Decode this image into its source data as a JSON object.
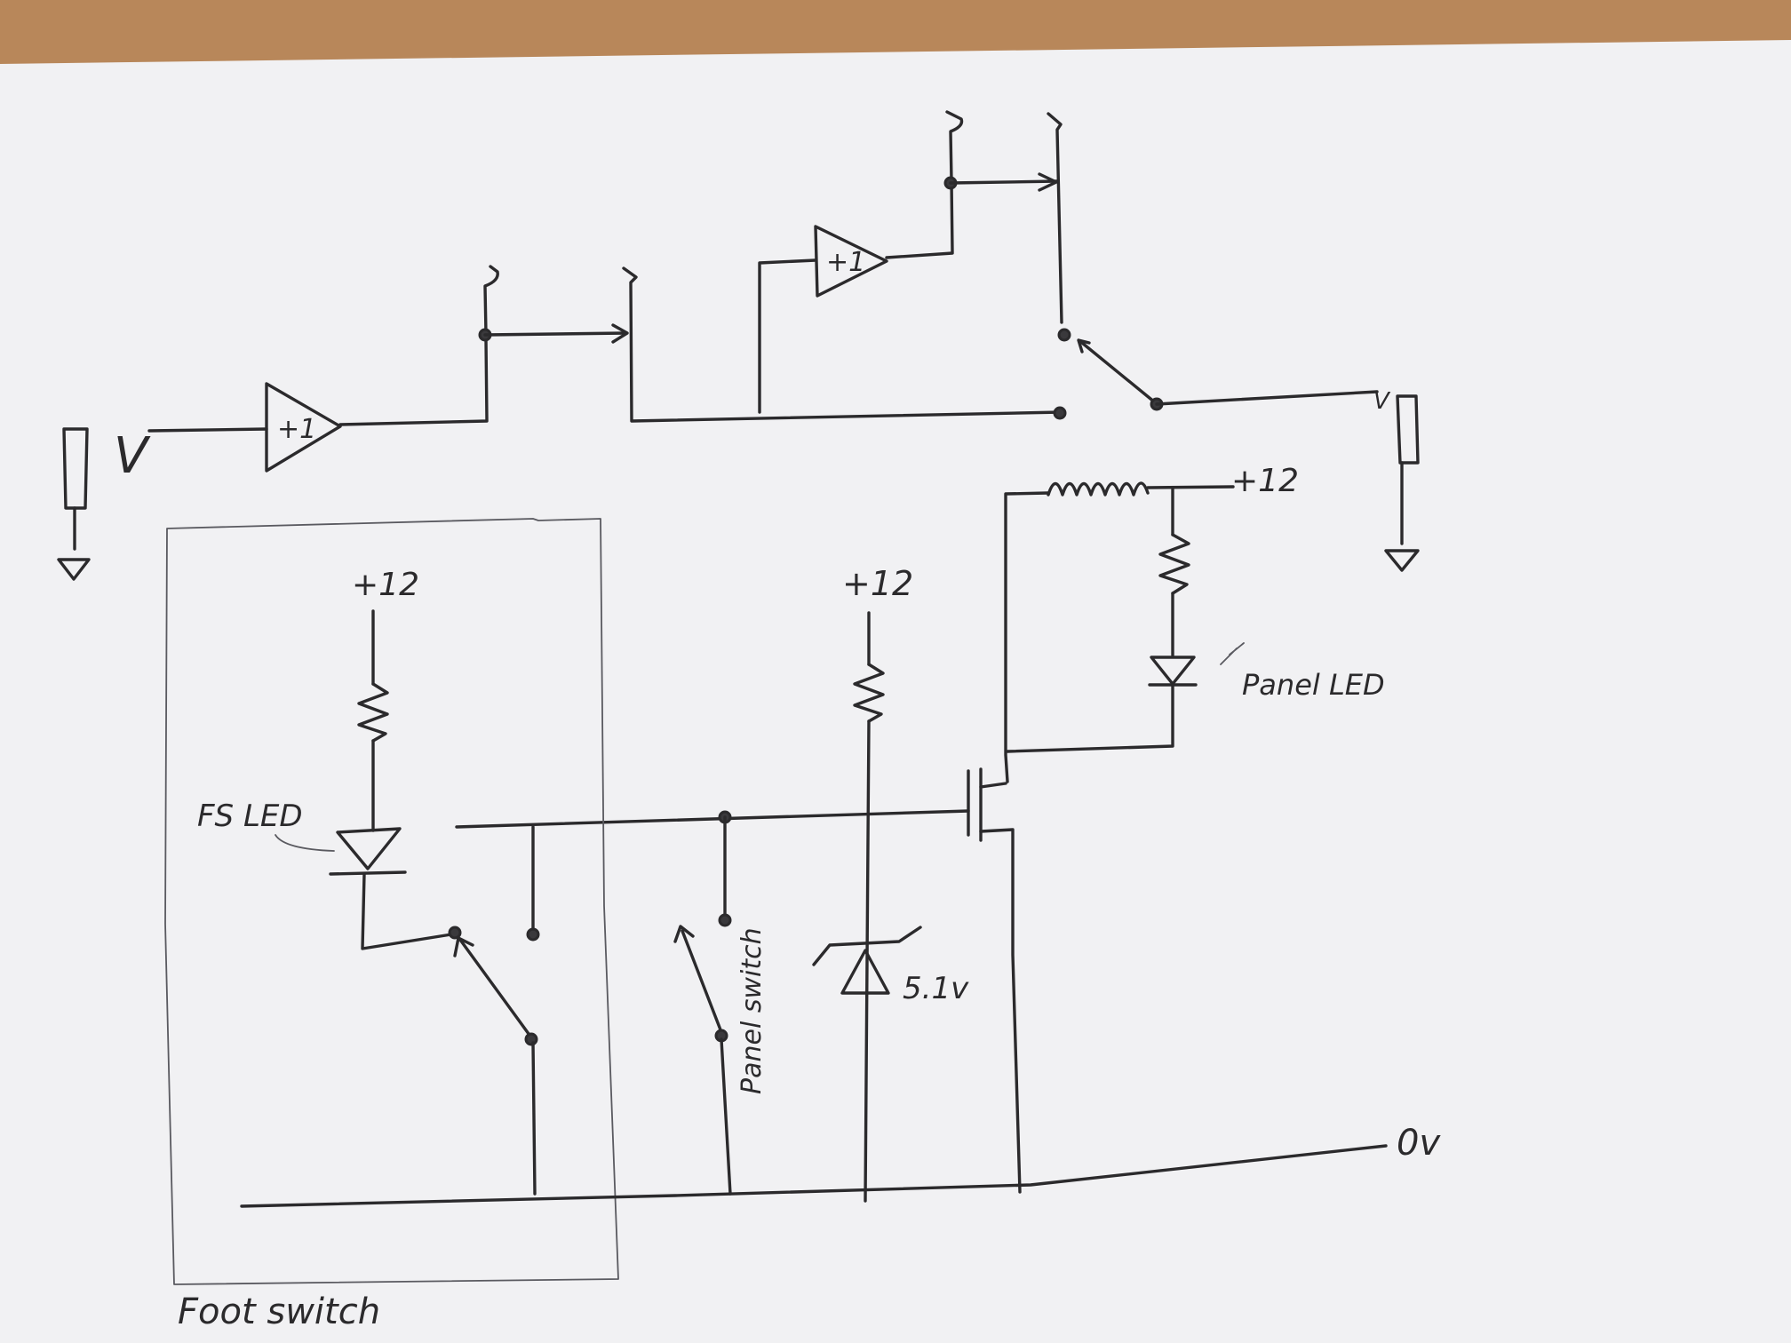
{
  "colors": {
    "paper": "#f1f1f3",
    "ink": "#2b2a2c",
    "table": "#b8875a"
  },
  "labels": {
    "buffer_gain_1": "+1",
    "buffer_gain_2": "+1",
    "supply_relay": "+12",
    "supply_fs_led": "+12",
    "supply_zener": "+12",
    "panel_led": "Panel LED",
    "fs_led": "FS LED",
    "panel_switch": "Panel switch",
    "zener_voltage": "5.1v",
    "ground_rail": "0v",
    "foot_switch": "Foot switch",
    "input_jack": "V",
    "output_jack": "V"
  }
}
